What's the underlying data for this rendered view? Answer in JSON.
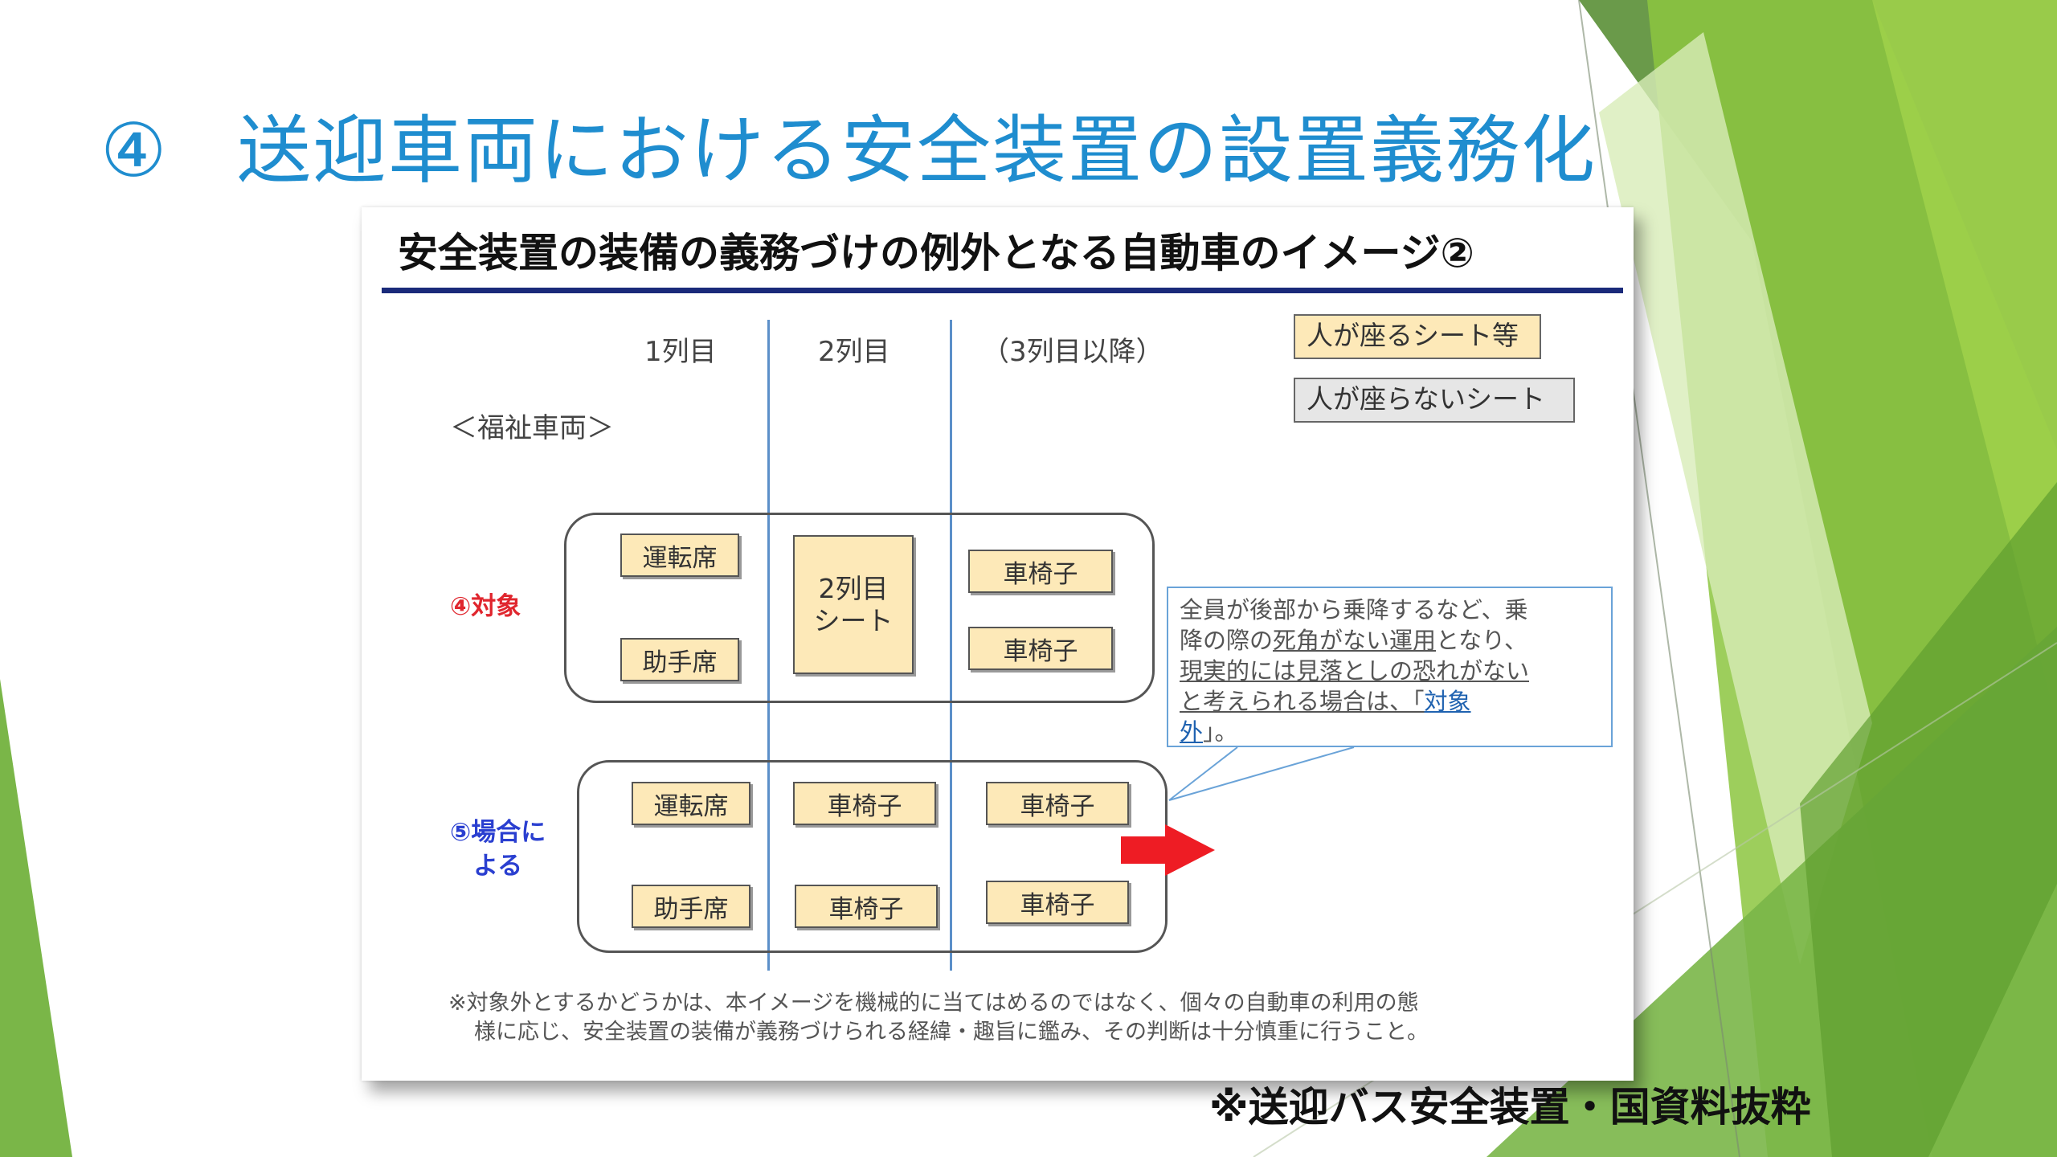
{
  "slide": {
    "number": "④",
    "title": "送迎車両における安全装置の設置義務化",
    "source_note": "※送迎バス安全装置・国資料抜粋",
    "title_color": "#1f8dcf",
    "theme_green": "#7ab648"
  },
  "figure": {
    "heading": "安全装置の装備の義務づけの例外となる自動車のイメージ②",
    "columns": [
      "1列目",
      "2列目",
      "（3列目以降）"
    ],
    "legend": {
      "occupied": "人が座るシート等",
      "unoccupied": "人が座らないシート"
    },
    "section_label": "＜福祉車両＞",
    "rows": [
      {
        "label_num": "④",
        "label_text": "対象",
        "label_color": "#e0262e",
        "col1": [
          "運転席",
          "助手席"
        ],
        "col2": [
          "2列目シート"
        ],
        "col2_lines": [
          "2列目",
          "シート"
        ],
        "col3": [
          "車椅子",
          "車椅子"
        ]
      },
      {
        "label_num": "⑤",
        "label_line1": "場合に",
        "label_line2": "よる",
        "label_color": "#2a3fd0",
        "col1": [
          "運転席",
          "助手席"
        ],
        "col2": [
          "車椅子",
          "車椅子"
        ],
        "col3": [
          "車椅子",
          "車椅子"
        ]
      }
    ],
    "callout": {
      "line1": "全員が後部から乗降するなど、乗",
      "line2_a": "降の際の",
      "line2_u": "死角がない運用",
      "line2_b": "となり、",
      "line3": "現実的には見落としの恐れがない",
      "line4_a": "と考えられる場合は、「",
      "line4_b": "対象",
      "line5_b": "外",
      "line5_a": "」。"
    },
    "note_line1": "※対象外とするかどうかは、本イメージを機械的に当てはめるのではなく、個々の自動車の利用の態",
    "note_line2": "様に応じ、安全装置の装備が義務づけられる経緯・趣旨に鑑み、その判断は十分慎重に行うこと。"
  }
}
